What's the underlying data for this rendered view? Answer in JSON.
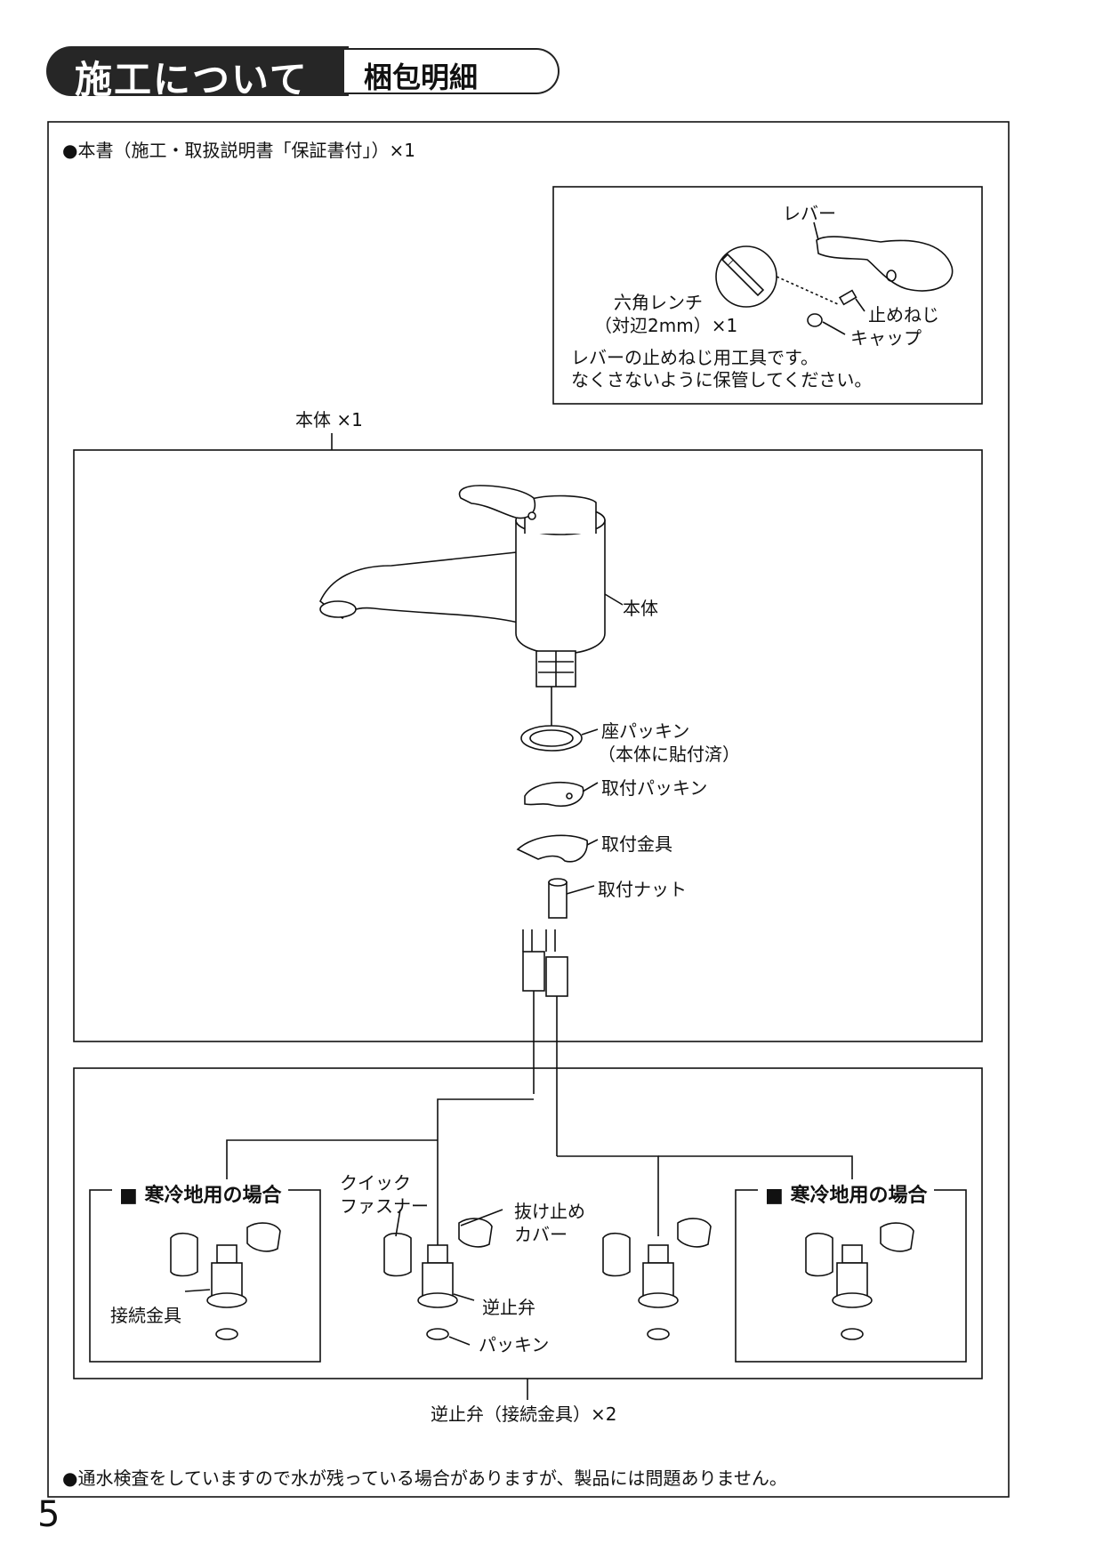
{
  "header": {
    "title": "施工について",
    "subtitle": "梱包明細"
  },
  "notes": {
    "manual": "●本書（施工・取扱説明書「保証書付」）×1",
    "water": "●通水検査をしていますので水が残っている場合がありますが、製品には問題ありません。"
  },
  "tool_box": {
    "lever": "レバー",
    "wrench_line1": "六角レンチ",
    "wrench_line2": "（対辺2mm）×1",
    "screw": "止めねじ",
    "cap": "キャップ",
    "note_line1": "レバーの止めねじ用工具です。",
    "note_line2": "なくさないように保管してください。"
  },
  "body_box": {
    "title": "本体 ×1",
    "body": "本体",
    "seat_packing_line1": "座パッキン",
    "seat_packing_line2": "（本体に貼付済）",
    "mount_packing": "取付パッキン",
    "mount_bracket": "取付金具",
    "mount_nut": "取付ナット"
  },
  "valve_box": {
    "cold_left": "■ 寒冷地用の場合",
    "cold_right": "■ 寒冷地用の場合",
    "quick_line1": "クイック",
    "quick_line2": "ファスナー",
    "cover_line1": "抜け止め",
    "cover_line2": "カバー",
    "connector": "接続金具",
    "check_valve": "逆止弁",
    "packing": "パッキン",
    "caption": "逆止弁（接続金具）×2"
  },
  "page_number": "5"
}
